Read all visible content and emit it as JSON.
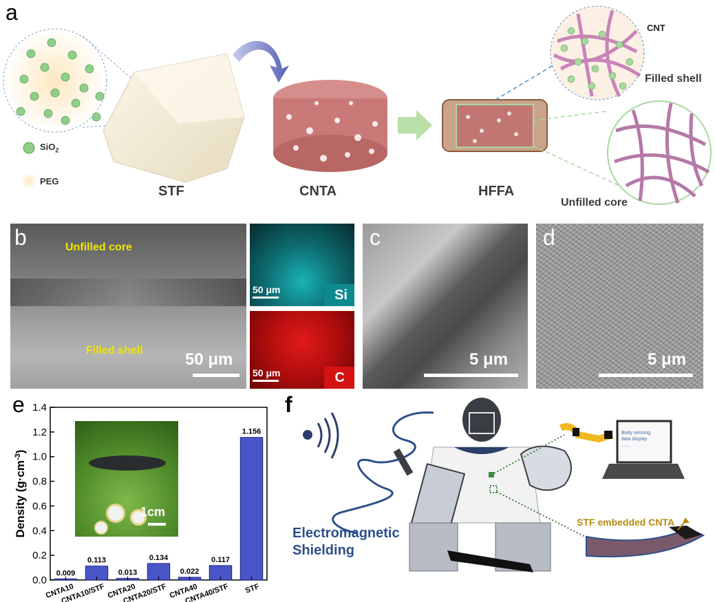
{
  "panels": {
    "a": {
      "letter": "a",
      "legend_sio2": "SiO",
      "legend_sio2_sub": "2",
      "legend_peg": "PEG",
      "label_stf": "STF",
      "label_cnta": "CNTA",
      "label_hffa": "HFFA",
      "label_cnt": "CNT",
      "label_filled_shell": "Filled shell",
      "label_unfilled_core": "Unfilled core"
    },
    "b": {
      "letter": "b",
      "unfilled_core": "Unfilled core",
      "filled_shell": "Filled shell",
      "scale": "50 μm",
      "si_scale": "50 μm",
      "si_label": "Si",
      "c_scale": "50 μm",
      "c_label": "C"
    },
    "c": {
      "letter": "c",
      "scale": "5 μm"
    },
    "d": {
      "letter": "d",
      "scale": "5 μm"
    },
    "e": {
      "letter": "e",
      "inset_scale": "1cm"
    },
    "f": {
      "letter": "f",
      "shield_line1": "Electromagnetic",
      "shield_line2": "Shielding",
      "stf_label": "STF embedded CNTA",
      "screen_line1": "Body sensing",
      "screen_line2": "data display",
      "screen_line3": "......"
    }
  },
  "colors": {
    "bar": "#4a56c8",
    "silica": "#8fcf8a",
    "cnta": "#c97a78",
    "si_map": "#19b3b8",
    "c_map": "#d41212",
    "stf_text": "#b58a10",
    "shield_text": "#2c4f8a"
  },
  "chart_data": {
    "type": "bar",
    "categories": [
      "CNTA10",
      "CNTA10/STF",
      "CNTA20",
      "CNTA20/STF",
      "CNTA40",
      "CNTA40/STF",
      "STF"
    ],
    "values": [
      0.009,
      0.113,
      0.013,
      0.134,
      0.022,
      0.117,
      1.156
    ],
    "value_labels": [
      "0.009",
      "0.113",
      "0.013",
      "0.134",
      "0.022",
      "0.117",
      "1.156"
    ],
    "ylabel": "Density (g·cm",
    "ylabel_sup": "-3",
    "ylabel_end": ")",
    "ylim": [
      0,
      1.4
    ],
    "yticks": [
      "0.0",
      "0.2",
      "0.4",
      "0.6",
      "0.8",
      "1.0",
      "1.2",
      "1.4"
    ],
    "grid": false,
    "legend": "none"
  }
}
